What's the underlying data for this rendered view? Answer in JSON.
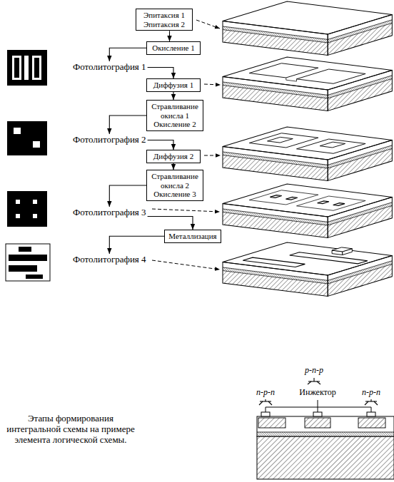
{
  "diagram": {
    "caption": "Этапы формирования интегральной схемы на примере элемента логической схемы.",
    "nodes": [
      {
        "text": [
          "Эпитаксия 1",
          "Эпитаксия 2"
        ]
      },
      {
        "text": [
          "Окисление 1"
        ]
      },
      {
        "text": [
          "Фотолитография 1"
        ]
      },
      {
        "text": [
          "Диффузия 1"
        ]
      },
      {
        "text": [
          "Стравливание окисла 1 Окисление 2"
        ]
      },
      {
        "text": [
          "Фотолитография 2"
        ]
      },
      {
        "text": [
          "Диффузия 2"
        ]
      },
      {
        "text": [
          "Стравливание окисла 2 Окисление 3"
        ]
      },
      {
        "text": [
          "Фотолитография 3"
        ]
      },
      {
        "text": [
          "Металлизация"
        ]
      },
      {
        "text": [
          "Фотолитография 4"
        ]
      }
    ],
    "edges": [
      {
        "from": 0,
        "to": 1,
        "arrow": "to"
      },
      {
        "from": 1,
        "to": 2,
        "arrow": "to"
      },
      {
        "from": 2,
        "to": 3,
        "arrow": "to"
      },
      {
        "from": 3,
        "to": 4,
        "arrow": "to"
      },
      {
        "from": 4,
        "to": 5,
        "arrow": "to"
      },
      {
        "from": 5,
        "to": 6,
        "arrow": "to"
      },
      {
        "from": 6,
        "to": 7,
        "arrow": "to"
      },
      {
        "from": 7,
        "to": 8,
        "arrow": "to"
      },
      {
        "from": 8,
        "to": 9,
        "arrow": "to"
      },
      {
        "from": 9,
        "to": 10,
        "arrow": "to"
      }
    ],
    "labels": [
      "p-n-p",
      "Инжектор",
      "n-p-n",
      "n-p-n"
    ]
  }
}
